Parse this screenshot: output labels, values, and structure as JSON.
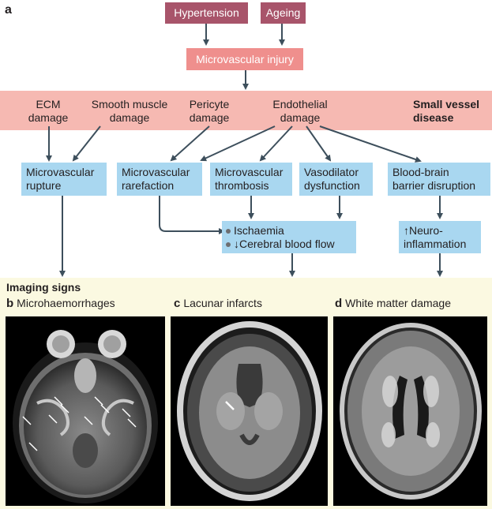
{
  "panel_a_letter": "a",
  "top": {
    "hypertension": "Hypertension",
    "ageing": "Ageing",
    "microvascular_injury": "Microvascular injury"
  },
  "band": {
    "ecm": [
      "ECM",
      "damage"
    ],
    "smooth": [
      "Smooth muscle",
      "damage"
    ],
    "pericyte": [
      "Pericyte",
      "damage"
    ],
    "endothelial": [
      "Endothelial",
      "damage"
    ],
    "svd": [
      "Small vessel",
      "disease"
    ]
  },
  "mechanisms": {
    "rupture": [
      "Microvascular",
      "rupture"
    ],
    "rarefaction": [
      "Microvascular",
      "rarefaction"
    ],
    "thrombosis": [
      "Microvascular",
      "thrombosis"
    ],
    "vasodilator": [
      "Vasodilator",
      "dysfunction"
    ],
    "bbb": [
      "Blood-brain",
      "barrier disruption"
    ]
  },
  "outcomes": {
    "ischaemia": "Ischaemia",
    "cbf": "↓Cerebral blood flow",
    "neuro": [
      "↑Neuro-",
      "inflammation"
    ]
  },
  "imaging": {
    "heading": "Imaging signs",
    "b_letter": "b",
    "b_title": "Microhaemorrhages",
    "c_letter": "c",
    "c_title": "Lacunar infarcts",
    "d_letter": "d",
    "d_title": "White matter damage"
  },
  "colors": {
    "maroon": "#a8546a",
    "pink": "#ef8f8d",
    "band": "#f6b9b2",
    "blue": "#a9d7f0",
    "imaging_bg": "#fbf9e1",
    "arrow": "#3d4f5c"
  }
}
